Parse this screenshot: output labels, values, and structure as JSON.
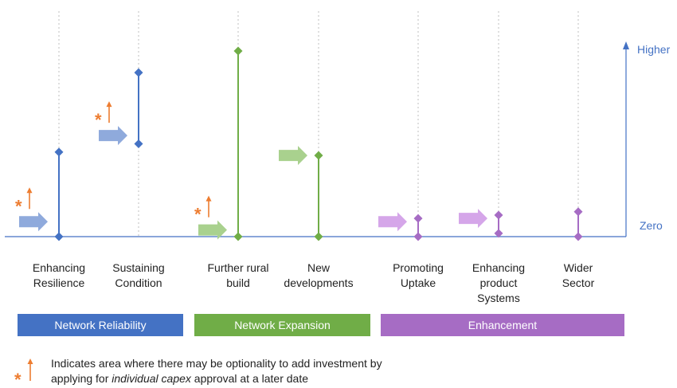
{
  "chart_data": {
    "type": "range",
    "y_axis": {
      "top_label": "Higher",
      "zero_label": "Zero"
    },
    "categories": [
      {
        "lines": [
          "Enhancing",
          "Resilience"
        ],
        "low": 0,
        "high": 0.51,
        "color": "#4472c4",
        "arrow_color": "#8faadc",
        "arrow_level": 0.09,
        "optional": true
      },
      {
        "lines": [
          "Sustaining",
          "Condition"
        ],
        "low": 0.56,
        "high": 0.99,
        "color": "#4472c4",
        "arrow_color": "#8faadc",
        "arrow_level": 0.61,
        "optional": true
      },
      {
        "lines": [
          "Further rural",
          "build"
        ],
        "low": 0,
        "high": 1.12,
        "color": "#70ad47",
        "arrow_color": "#a9d18e",
        "arrow_level": 0.04,
        "optional": true
      },
      {
        "lines": [
          "New",
          "developments"
        ],
        "low": 0,
        "high": 0.49,
        "color": "#70ad47",
        "arrow_color": "#a9d18e",
        "arrow_level": 0.49,
        "optional": false
      },
      {
        "lines": [
          "Promoting",
          "Uptake"
        ],
        "low": 0,
        "high": 0.11,
        "color": "#a66cc4",
        "arrow_color": "#d5a6e9",
        "arrow_level": 0.09,
        "optional": false
      },
      {
        "lines": [
          "Enhancing",
          "product",
          "Systems"
        ],
        "low": 0.02,
        "high": 0.13,
        "color": "#a66cc4",
        "arrow_color": "#d5a6e9",
        "arrow_level": 0.11,
        "optional": false
      },
      {
        "lines": [
          "Wider",
          "Sector"
        ],
        "low": 0,
        "high": 0.15,
        "color": "#a66cc4",
        "arrow_color": null,
        "arrow_level": null,
        "optional": false
      }
    ],
    "groups": [
      {
        "label": "Network Reliability",
        "color": "#4472c4"
      },
      {
        "label": "Network Expansion",
        "color": "#70ad47"
      },
      {
        "label": "Enhancement",
        "color": "#a66cc4"
      }
    ],
    "colors": {
      "axis": "#4472c4",
      "gridline": "#bfbfbf",
      "optional_marker": "#ed7d31"
    }
  },
  "legend": {
    "line1": "Indicates area where there may be optionality to add investment by",
    "line2_before": "applying for ",
    "line2_italic": "individual capex",
    "line2_after": " approval at a later date"
  }
}
